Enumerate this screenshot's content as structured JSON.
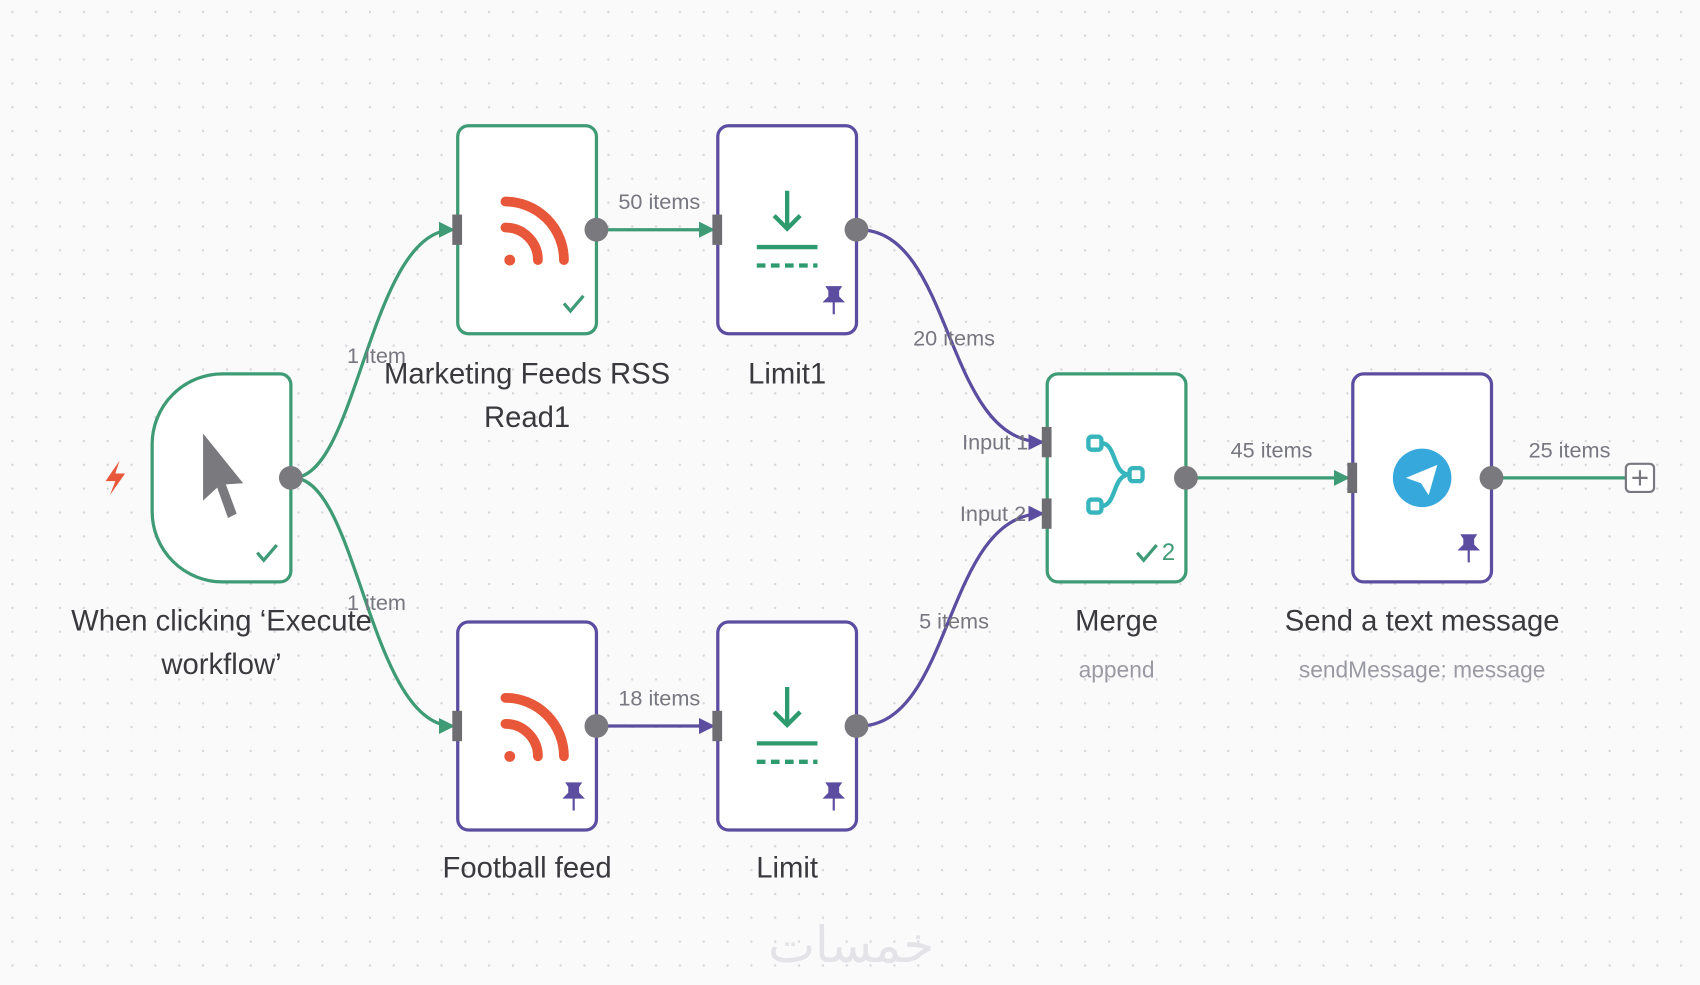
{
  "canvas": {
    "watermark": "خمسات"
  },
  "nodes": {
    "trigger": {
      "label_line1": "When clicking ‘Execute",
      "label_line2": "workflow’"
    },
    "rss_marketing": {
      "label_line1": "Marketing Feeds RSS",
      "label_line2": "Read1"
    },
    "limit1": {
      "label": "Limit1"
    },
    "football": {
      "label": "Football feed"
    },
    "limit": {
      "label": "Limit"
    },
    "merge": {
      "label": "Merge",
      "subtitle": "append",
      "run_count": "2",
      "input1": "Input 1",
      "input2": "Input 2"
    },
    "telegram": {
      "label": "Send a text message",
      "subtitle": "sendMessage: message"
    }
  },
  "edges": {
    "trigger_rss": "1 item",
    "trigger_football": "1 item",
    "rss_limit1": "50 items",
    "football_limit": "18 items",
    "limit1_merge": "20 items",
    "limit_merge": "5 items",
    "merge_telegram": "45 items",
    "telegram_out": "25 items"
  },
  "colors": {
    "success": "#3e9b76",
    "pinned": "#5c4da0",
    "rss": "#e8573a",
    "telegram": "#37a8dc",
    "merge": "#36b5bd"
  }
}
